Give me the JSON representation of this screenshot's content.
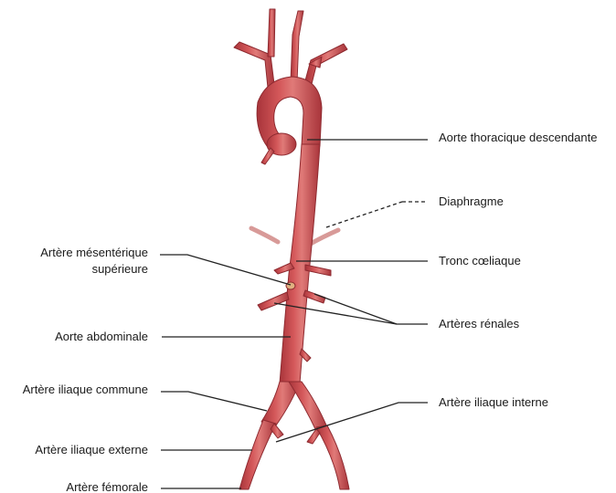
{
  "colors": {
    "vessel": "#c9484c",
    "vessel_light": "#e98a88",
    "vessel_dark": "#8e2a30",
    "diaphragm": "#d89a98",
    "leader": "#222222"
  },
  "labels": {
    "aorte_thoracique": "Aorte thoracique descendante",
    "diaphragme": "Diaphragme",
    "tronc_coeliaque": "Tronc cœliaque",
    "arteres_renales": "Artères rénales",
    "artere_iliaque_interne": "Artère iliaque interne",
    "artere_mesenterique_1": "Artère mésentérique",
    "artere_mesenterique_2": "supérieure",
    "aorte_abdominale": "Aorte abdominale",
    "artere_iliaque_commune": "Artère iliaque commune",
    "artere_iliaque_externe": "Artère iliaque externe",
    "artere_femorale": "Artère fémorale"
  }
}
